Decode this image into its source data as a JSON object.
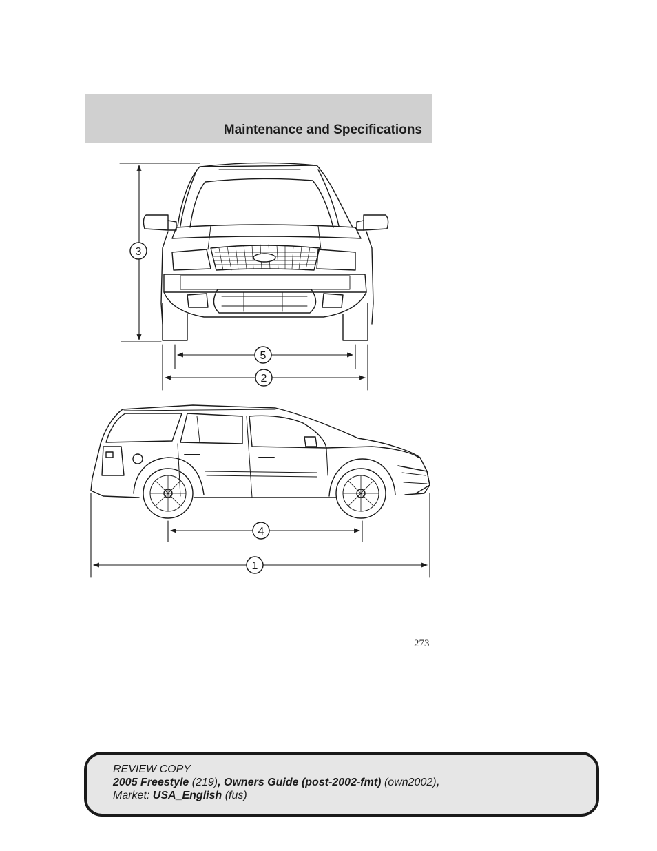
{
  "header": {
    "title": "Maintenance and Specifications"
  },
  "figure": {
    "callouts": {
      "length": "1",
      "width": "2",
      "height": "3",
      "wheelbase": "4",
      "track": "5"
    }
  },
  "page": {
    "number": "273"
  },
  "review": {
    "line1": "REVIEW COPY",
    "model": "2005 Freestyle",
    "model_code": "(219)",
    "sep1": ",",
    "guide": "Owners Guide (post-2002-fmt)",
    "guide_code": "(own2002)",
    "sep2": ",",
    "market_label": "Market:",
    "market": "USA_English",
    "market_code": "(fus)"
  }
}
